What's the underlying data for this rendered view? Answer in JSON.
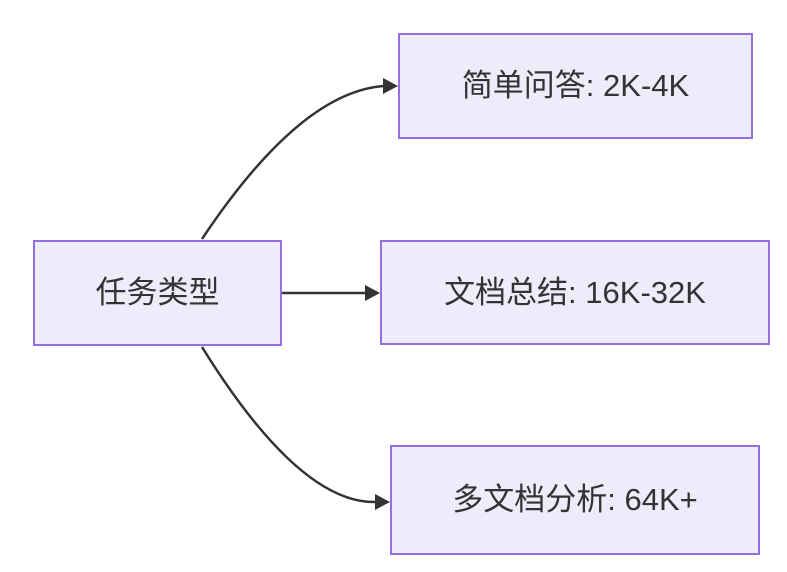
{
  "diagram": {
    "type": "flowchart",
    "direction": "left-to-right",
    "root": {
      "id": "task-type",
      "label": "任务类型"
    },
    "branches": [
      {
        "id": "simple-qa",
        "label": "简单问答: 2K-4K"
      },
      {
        "id": "doc-summary",
        "label": "文档总结: 16K-32K"
      },
      {
        "id": "multi-doc",
        "label": "多文档分析: 64K+"
      }
    ],
    "edges": [
      {
        "from": "task-type",
        "to": "simple-qa"
      },
      {
        "from": "task-type",
        "to": "doc-summary"
      },
      {
        "from": "task-type",
        "to": "multi-doc"
      }
    ],
    "colors": {
      "node_fill": "#ECECFA",
      "node_border": "#9370DB",
      "edge": "#333333",
      "text": "#333333",
      "background": "#FFFFFF"
    }
  }
}
